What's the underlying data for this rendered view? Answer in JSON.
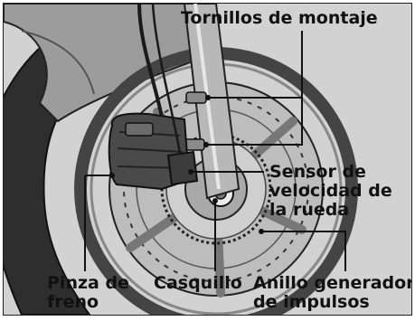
{
  "labels": {
    "mounting_bolts": "Tornillos de montaje",
    "wheel_speed_sensor": [
      "Sensor de",
      "velocidad de",
      "la rueda"
    ],
    "brake_caliper": [
      "Pinza de",
      "freno"
    ],
    "collar": "Casquillo",
    "pulser_ring": [
      "Anillo generador",
      "de impulsos"
    ]
  },
  "colors": {
    "background": "#d2d2d2",
    "line": "#111111"
  }
}
